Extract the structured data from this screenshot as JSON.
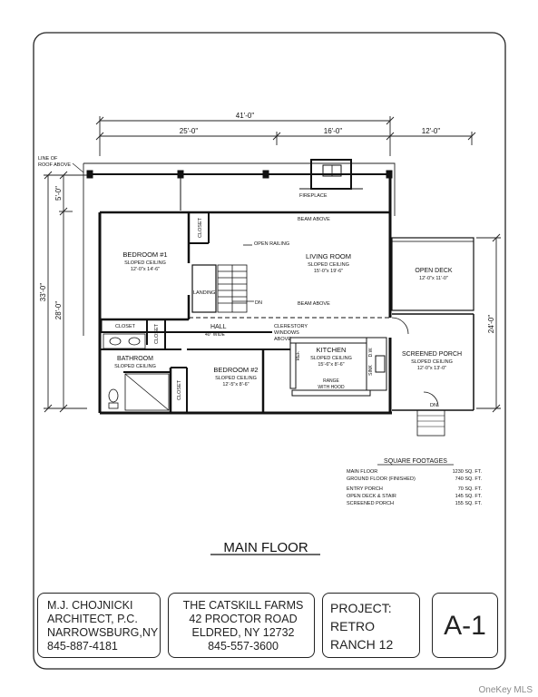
{
  "plan": {
    "dims": {
      "overall": "41'-0\"",
      "seg1": "25'-0\"",
      "seg2": "16'-0\"",
      "seg3": "12'-0\"",
      "left_total": "33'-0\"",
      "left_a": "5'-0\"",
      "left_b": "28'-0\"",
      "right": "24'-0\""
    },
    "labels": {
      "roof_line_1": "LINE OF",
      "roof_line_2": "ROOF ABOVE",
      "fireplace": "FIREPLACE",
      "beam_above_1": "BEAM ABOVE",
      "beam_above_2": "BEAM ABOVE",
      "open_railing": "OPEN RAILING",
      "landing": "LANDING",
      "dn_stair": "DN",
      "closet_bed1": "CLOSET",
      "closet_hall": "CLOSET",
      "closet_bath": "CLOSET",
      "closet_bed2": "CLOSET",
      "hall": "HALL",
      "hall_sub": "40\" WIDE",
      "clerestory_1": "CLERESTORY",
      "clerestory_2": "WINDOWS",
      "clerestory_3": "ABOVE",
      "ref": "REF.",
      "sink": "SINK",
      "dw": "D.W.",
      "range_1": "RANGE",
      "range_2": "WITH HOOD",
      "dn_porch": "DN"
    },
    "rooms": {
      "bedroom1": {
        "name": "BEDROOM #1",
        "ceiling": "SLOPED CEILING",
        "size": "12'-0\"x 14'-6\""
      },
      "living": {
        "name": "LIVING ROOM",
        "ceiling": "SLOPED CEILING",
        "size": "15'-0\"x 19'-6\""
      },
      "deck": {
        "name": "OPEN DECK",
        "size": "12'-0\"x 11'-0\""
      },
      "kitchen": {
        "name": "KITCHEN",
        "ceiling": "SLOPED CEILING",
        "size": "15'-6\"x 8'-6\""
      },
      "bathroom": {
        "name": "BATHROOM",
        "ceiling": "SLOPED CEILING"
      },
      "bedroom2": {
        "name": "BEDROOM #2",
        "ceiling": "SLOPED CEILING",
        "size": "12'-5\"x 8'-6\""
      },
      "porch": {
        "name": "SCREENED PORCH",
        "ceiling": "SLOPED CEILING",
        "size": "12'-0\"x 13'-0\""
      }
    }
  },
  "footage": {
    "title": "SQUARE FOOTAGES",
    "rows": [
      {
        "label": "MAIN FLOOR",
        "value": "1230 SQ. FT."
      },
      {
        "label": "GROUND FLOOR (FINISHED)",
        "value": "740 SQ. FT."
      },
      {
        "label": "ENTRY PORCH",
        "value": "70 SQ. FT."
      },
      {
        "label": "OPEN DECK & STAIR",
        "value": "145 SQ. FT."
      },
      {
        "label": "SCREENED PORCH",
        "value": "155 SQ. FT."
      }
    ]
  },
  "drawing_title": "MAIN FLOOR",
  "title_block": {
    "architect": [
      "M.J. CHOJNICKI",
      "ARCHITECT, P.C.",
      "NARROWSBURG,NY",
      "845-887-4181"
    ],
    "client": [
      "THE CATSKILL FARMS",
      "42 PROCTOR ROAD",
      "ELDRED, NY 12732",
      "845-557-3600"
    ],
    "project": [
      "PROJECT:",
      "RETRO",
      "RANCH 12"
    ],
    "sheet": "A-1"
  },
  "watermark": "OneKey MLS"
}
